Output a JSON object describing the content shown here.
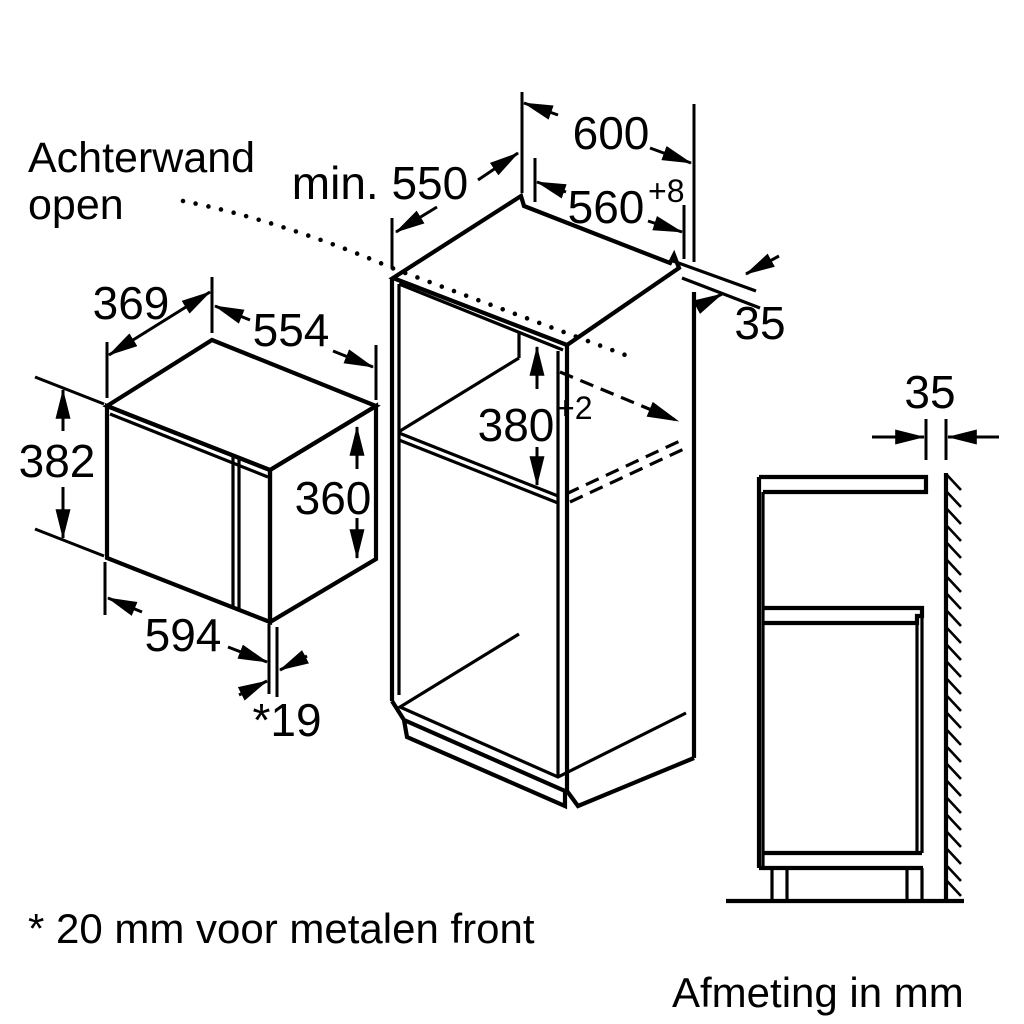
{
  "note_backwall": {
    "line1": "Achterwand",
    "line2": "open"
  },
  "dims": {
    "niche_depth_min": "min. 550",
    "cabinet_width": "600",
    "niche_width": "560",
    "niche_width_tolerance": "+8",
    "rear_top_clearance": "35",
    "oven_body_depth": "369",
    "oven_top_width": "554",
    "oven_height": "382",
    "oven_front_height": "360",
    "oven_width": "594",
    "door_projection": "*19",
    "niche_height": "380",
    "niche_height_tolerance": "+2",
    "wall_clearance": "35"
  },
  "footnotes": {
    "door_note": "* 20 mm voor metalen front",
    "units": "Afmeting in mm"
  },
  "colors": {
    "line": "#000000",
    "background": "#ffffff"
  }
}
